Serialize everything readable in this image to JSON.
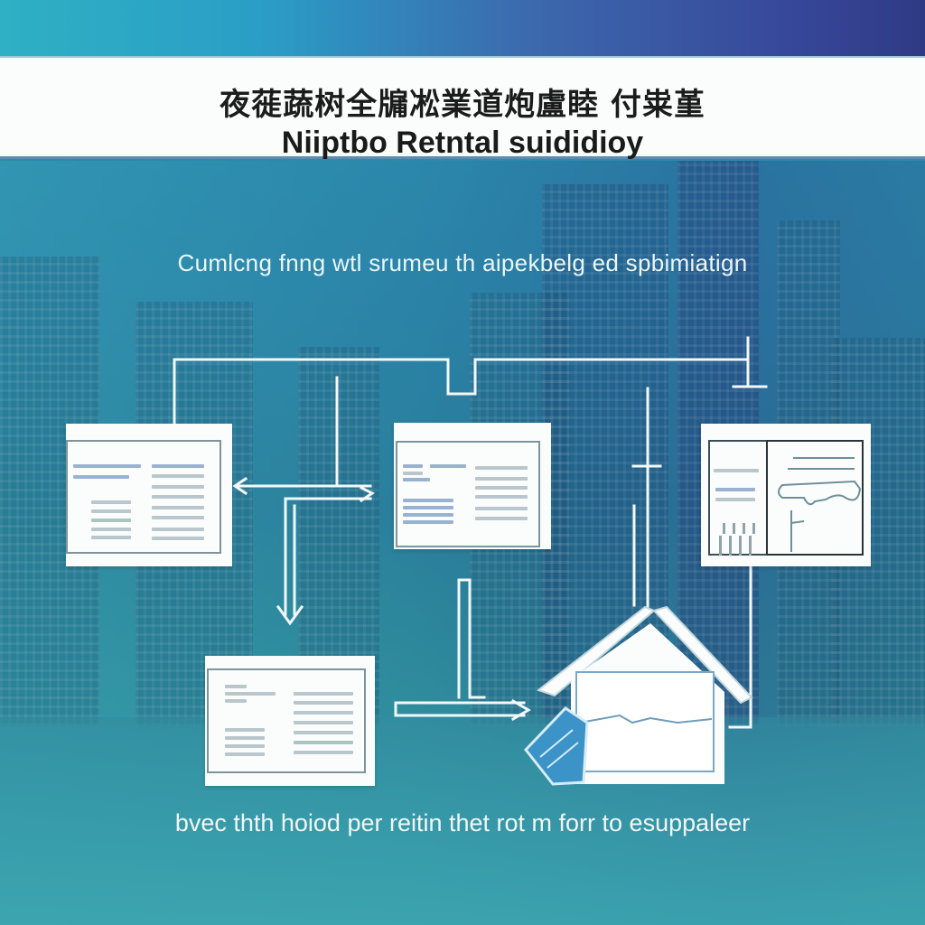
{
  "header": {
    "cjk_title": "夜蓰蔬树全牖凇業道炮盧睦 付粜堇",
    "title": "Niiptbo Retntal suididioy"
  },
  "subtitle": "Cumlcng fnng wtl srumeu th aipekbelg ed spbimiatign",
  "footer": "bvec thth hoiod  per reitin thet rot m forr to esuppaleer",
  "colors": {
    "top_band_start": "#2fb0c4",
    "top_band_end": "#2f3a85",
    "header_bg": "#fbfdfd",
    "background": "#2b86a8",
    "arrow": "#f3f8f9",
    "card": "#fbfdfd"
  },
  "diagram": {
    "nodes": [
      {
        "id": "doc-left",
        "type": "document-card"
      },
      {
        "id": "doc-center",
        "type": "document-card"
      },
      {
        "id": "doc-right",
        "type": "document-card-with-map"
      },
      {
        "id": "doc-bottom",
        "type": "document-card"
      },
      {
        "id": "house",
        "type": "house-icon"
      }
    ],
    "edges": [
      {
        "from": "doc-center",
        "to": "doc-left"
      },
      {
        "from": "doc-left",
        "to": "doc-center"
      },
      {
        "from": "doc-center",
        "to": "doc-bottom"
      },
      {
        "from": "doc-bottom",
        "to": "house"
      },
      {
        "from": "doc-right",
        "to": "house"
      },
      {
        "from": "doc-left",
        "to": "doc-right"
      }
    ]
  }
}
